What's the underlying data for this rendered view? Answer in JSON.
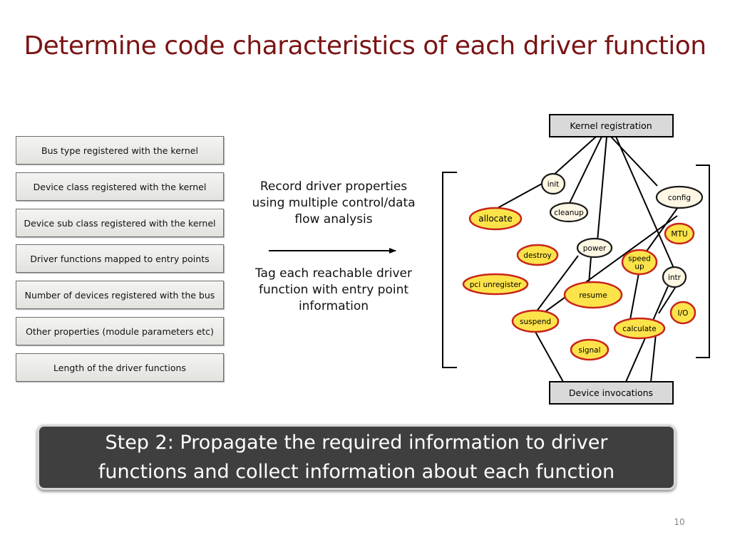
{
  "title": "Determine code characteristics of each driver function",
  "properties": [
    "Bus type registered with the kernel",
    "Device class registered with the kernel",
    "Device sub class registered with the kernel",
    "Driver functions mapped to entry points",
    "Number of devices registered with the bus",
    "Other properties (module parameters etc)",
    "Length of the driver functions"
  ],
  "middle": {
    "record_text": "Record driver properties using multiple control/data flow analysis",
    "tag_text": "Tag each reachable driver function with entry point information"
  },
  "graph": {
    "top_box": "Kernel registration",
    "bottom_box": "Device invocations",
    "nodes": {
      "init": {
        "label": "init",
        "kind": "entry"
      },
      "cleanup": {
        "label": "cleanup",
        "kind": "entry"
      },
      "allocate": {
        "label": "allocate",
        "kind": "function"
      },
      "config": {
        "label": "config",
        "kind": "entry"
      },
      "MTU": {
        "label": "MTU",
        "kind": "function"
      },
      "power": {
        "label": "power",
        "kind": "entry"
      },
      "destroy": {
        "label": "destroy",
        "kind": "function"
      },
      "speedup": {
        "label": "speed up",
        "kind": "function"
      },
      "intr": {
        "label": "intr",
        "kind": "entry"
      },
      "pciunregister": {
        "label": "pci unregister",
        "kind": "function"
      },
      "resume": {
        "label": "resume",
        "kind": "function"
      },
      "IO": {
        "label": "I/O",
        "kind": "function"
      },
      "suspend": {
        "label": "suspend",
        "kind": "function"
      },
      "calculate": {
        "label": "calculate",
        "kind": "function"
      },
      "signal": {
        "label": "signal",
        "kind": "function"
      }
    },
    "colors": {
      "entry_fill": "#fdf7e4",
      "function_fill": "#fde34a",
      "function_stroke": "#c8241b",
      "entry_stroke": "#1a1a1a",
      "box_fill": "#d9d9d9"
    }
  },
  "step": {
    "text": "Step 2:   Propagate the required information to driver\nfunctions and collect information about each function"
  },
  "page_number": "10"
}
